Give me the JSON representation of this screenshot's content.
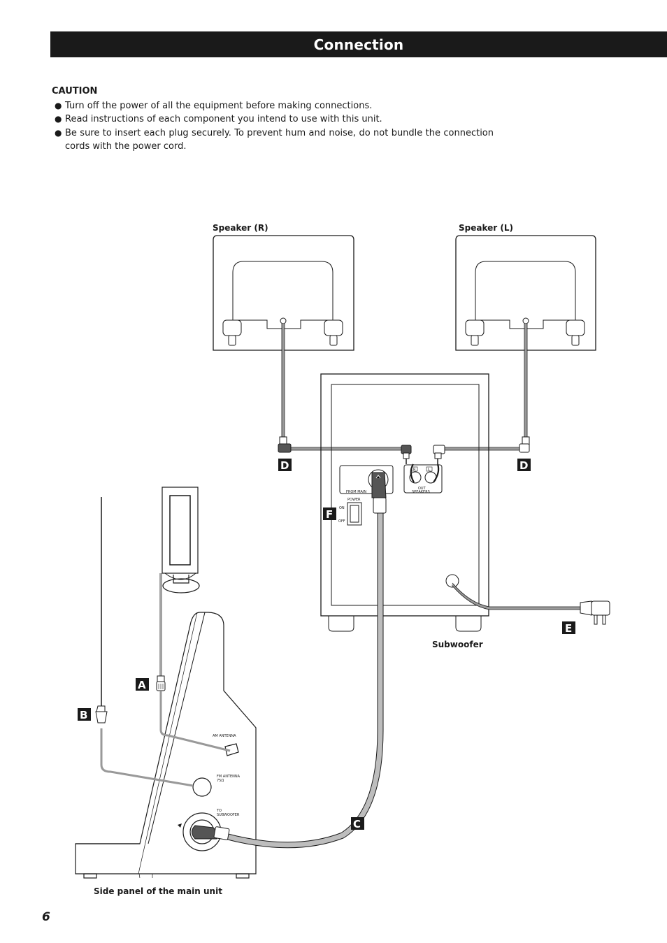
{
  "header": {
    "title": "Connection"
  },
  "caution": {
    "heading": "CAUTION",
    "items": [
      "Turn off the power of all the equipment before making connections.",
      "Read instructions of each component you intend to use with this unit.",
      "Be sure to insert each plug securely. To prevent hum and noise, do not bundle the connection cords with the power cord."
    ],
    "bullet": "●"
  },
  "diagram": {
    "speaker_r": "Speaker (R)",
    "speaker_l": "Speaker (L)",
    "subwoofer": "Subwoofer",
    "main_unit": "Side panel of the main unit",
    "callouts": {
      "a": "A",
      "b": "B",
      "c": "C",
      "d": "D",
      "e": "E",
      "f": "F"
    },
    "panel_text": {
      "from_main": "FROM MAIN",
      "power": "POWER",
      "on": "ON",
      "off": "OFF",
      "out": "OUT",
      "speakers": "SPEAKERS",
      "ch_r": "R",
      "ch_l": "L",
      "am_antenna": "AM ANTENNA",
      "fm_antenna": "FM ANTENNA",
      "fm_ohm": "75Ω",
      "to": "TO",
      "to_subwoofer": "SUBWOOFER"
    }
  },
  "footer": {
    "page_number": "6"
  }
}
